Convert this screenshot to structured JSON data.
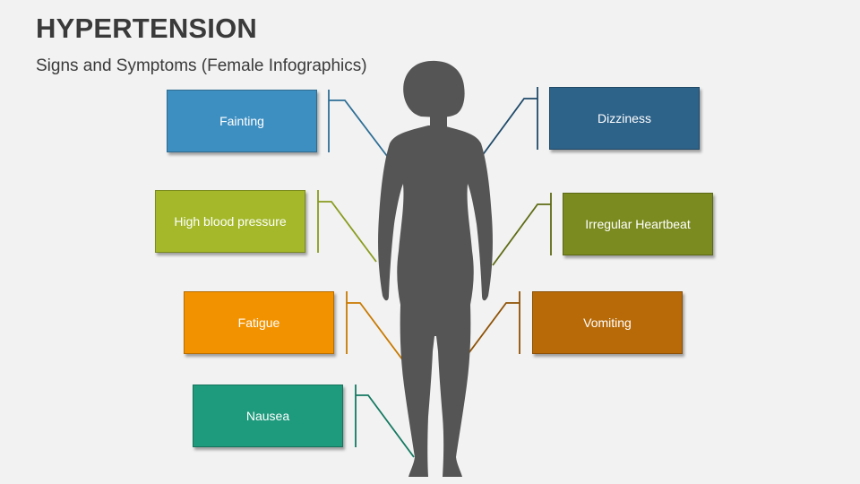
{
  "header": {
    "title": "HYPERTENSION",
    "subtitle": "Signs and Symptoms (Female Infographics)"
  },
  "symptoms": {
    "fainting": {
      "label": "Fainting",
      "color": "#3e8fc1"
    },
    "high_blood_pressure": {
      "label": "High blood pressure",
      "color": "#a4b82a"
    },
    "fatigue": {
      "label": "Fatigue",
      "color": "#f39200"
    },
    "nausea": {
      "label": "Nausea",
      "color": "#1e9a7d"
    },
    "dizziness": {
      "label": "Dizziness",
      "color": "#2d6289"
    },
    "irregular_heartbeat": {
      "label": "Irregular Heartbeat",
      "color": "#7b8b1f"
    },
    "vomiting": {
      "label": "Vomiting",
      "color": "#b86a08"
    }
  },
  "figure": {
    "icon": "female-silhouette-icon",
    "color": "#555555"
  }
}
